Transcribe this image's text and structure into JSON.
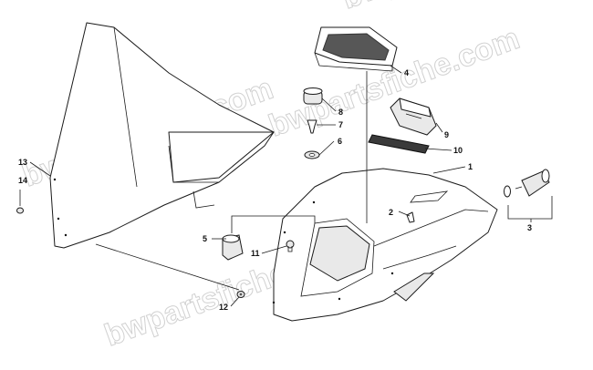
{
  "watermark": {
    "text": "bwpartsfiche.com",
    "color": "#c9c9c9"
  },
  "callouts": [
    {
      "number": "1"
    },
    {
      "number": "2"
    },
    {
      "number": "3"
    },
    {
      "number": "4"
    },
    {
      "number": "5"
    },
    {
      "number": "6"
    },
    {
      "number": "7"
    },
    {
      "number": "8"
    },
    {
      "number": "9"
    },
    {
      "number": "10"
    },
    {
      "number": "11"
    },
    {
      "number": "12"
    },
    {
      "number": "13"
    },
    {
      "number": "14"
    }
  ],
  "colors": {
    "line": "#1a1a1a",
    "background": "#ffffff"
  }
}
